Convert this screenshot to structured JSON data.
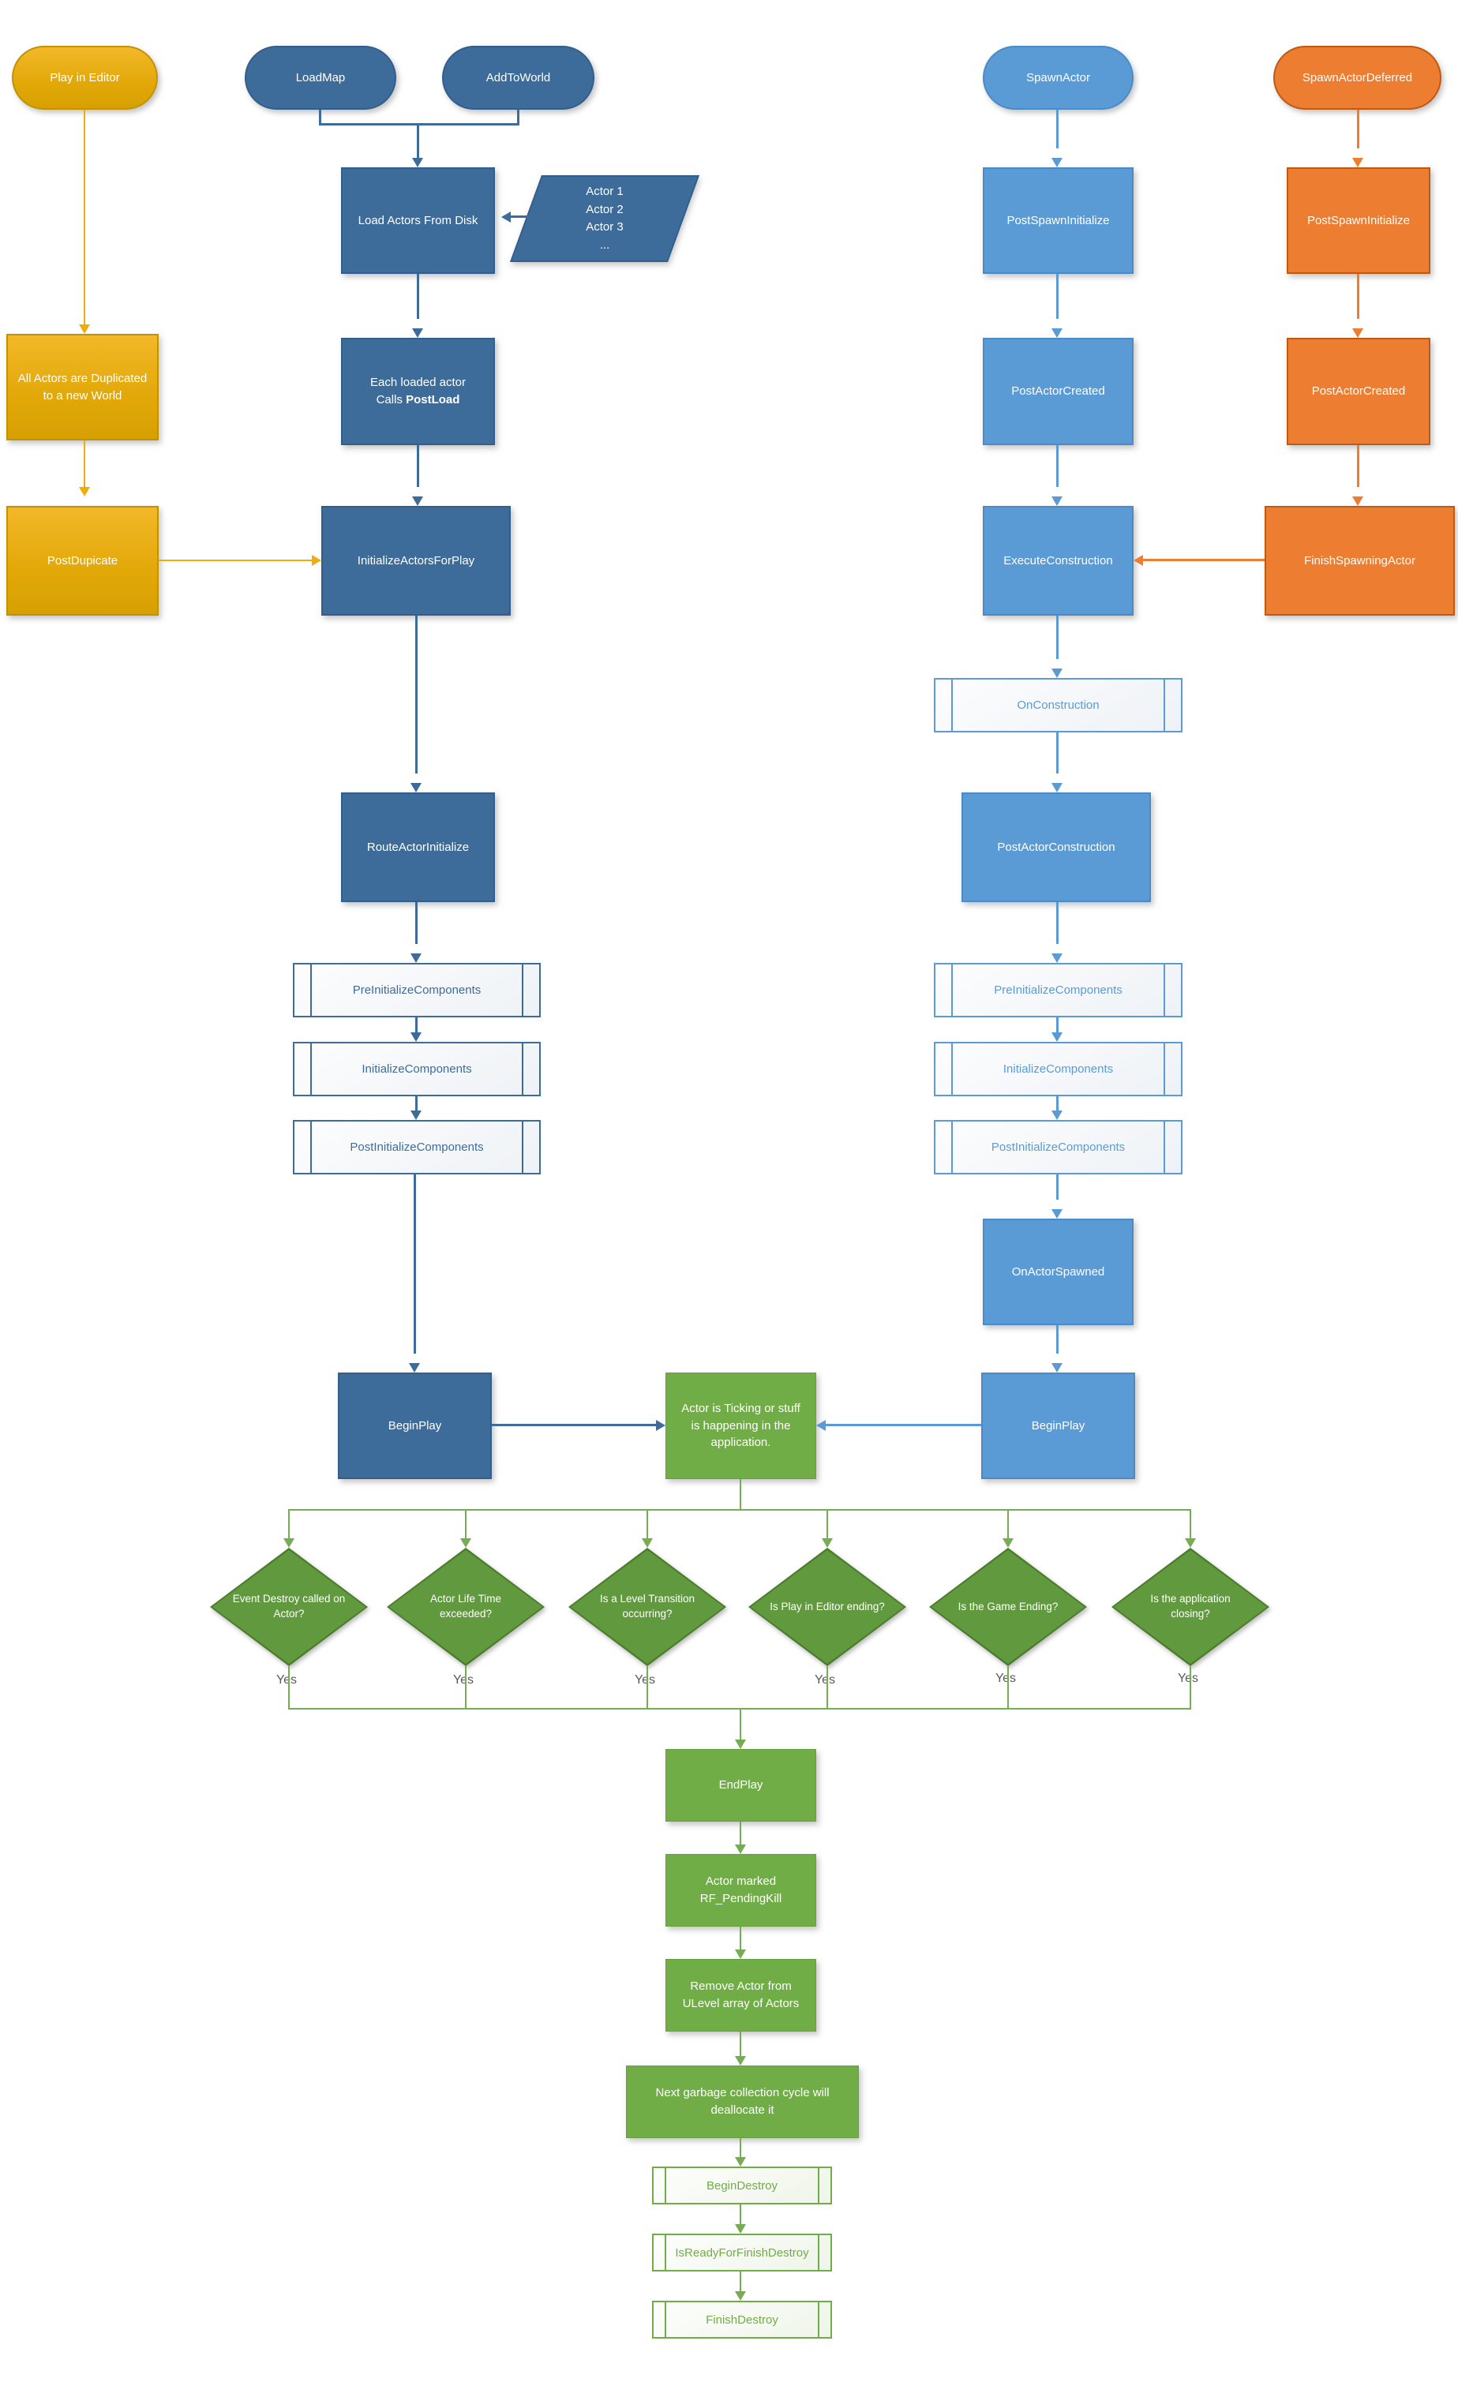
{
  "colors": {
    "gold": "#E0A708",
    "dark_blue": "#3E6C9A",
    "light_blue": "#5B9BD5",
    "orange": "#ED7D31",
    "green": "#70AD47",
    "diamond_green": "#619A3E",
    "connector_green": "#76AD53"
  },
  "nodes": {
    "play_in_editor": "Play in Editor",
    "load_map": "LoadMap",
    "add_to_world": "AddToWorld",
    "spawn_actor": "SpawnActor",
    "spawn_actor_deferred": "SpawnActorDeferred",
    "load_actors_from_disk": "Load Actors From Disk",
    "actors_list": "Actor 1\nActor 2\nActor 3\n...",
    "all_actors_duplicated": "All Actors are Duplicated to a new World",
    "each_loaded_actor": {
      "line1": "Each loaded actor",
      "calls_prefix": "Calls ",
      "calls_bold": "PostLoad"
    },
    "post_dupicate": "PostDupicate",
    "initialize_actors_for_play": "InitializeActorsForPlay",
    "route_actor_initialize": "RouteActorInitialize",
    "pre_initialize_components_left": "PreInitializeComponents",
    "initialize_components_left": "InitializeComponents",
    "post_initialize_components_left": "PostInitializeComponents",
    "begin_play_left": "BeginPlay",
    "post_spawn_initialize_blue": "PostSpawnInitialize",
    "post_actor_created_blue": "PostActorCreated",
    "execute_construction": "ExecuteConstruction",
    "on_construction": "OnConstruction",
    "post_actor_construction": "PostActorConstruction",
    "pre_initialize_components_right": "PreInitializeComponents",
    "initialize_components_right": "InitializeComponents",
    "post_initialize_components_right": "PostInitializeComponents",
    "on_actor_spawned": "OnActorSpawned",
    "begin_play_right": "BeginPlay",
    "post_spawn_initialize_orange": "PostSpawnInitialize",
    "post_actor_created_orange": "PostActorCreated",
    "finish_spawning_actor": "FinishSpawningActor",
    "actor_ticking": "Actor is Ticking or stuff is happening in the application.",
    "end_play": "EndPlay",
    "actor_marked_pending_kill": "Actor marked RF_PendingKill",
    "remove_actor_from_ulevel": "Remove Actor from ULevel array of Actors",
    "garbage_collection": "Next garbage collection cycle will deallocate it",
    "begin_destroy": "BeginDestroy",
    "is_ready_for_finish_destroy": "IsReadyForFinishDestroy",
    "finish_destroy": "FinishDestroy"
  },
  "decisions": [
    "Event Destroy called on Actor?",
    "Actor Life Time exceeded?",
    "Is a Level Transition occurring?",
    "Is Play in Editor ending?",
    "Is the Game Ending?",
    "Is the application closing?"
  ],
  "yes_label": "Yes"
}
